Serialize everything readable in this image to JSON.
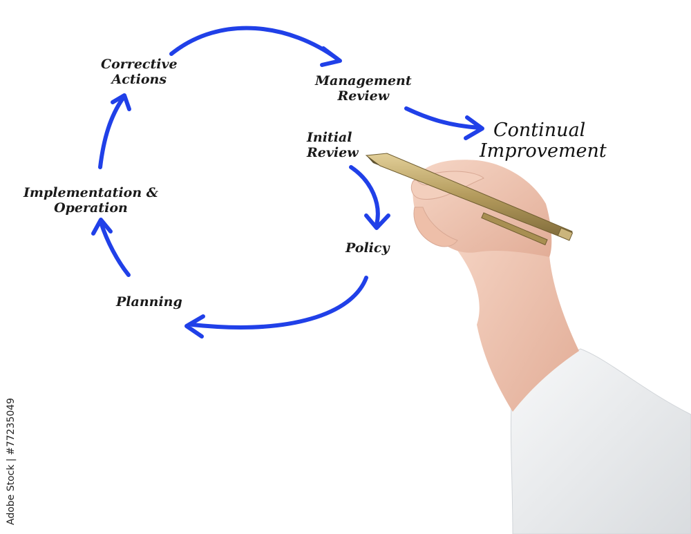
{
  "colors": {
    "arrow": "#2040e8",
    "text": "#1a1a1a",
    "pen": "#b9a064",
    "skin": "#f1cbb7",
    "sleeve": "#eef0f2"
  },
  "nodes": {
    "corrective_actions": [
      "Corrective",
      "Actions"
    ],
    "management_review": [
      "Management",
      "Review"
    ],
    "initial_review": [
      "Initial",
      "Review"
    ],
    "policy": [
      "Policy"
    ],
    "planning": [
      "Planning"
    ],
    "implementation_operation": [
      "Implementation &",
      "Operation"
    ]
  },
  "outcome": [
    "Continual",
    "Improvement"
  ],
  "stock_id": "Adobe Stock | #77235049"
}
